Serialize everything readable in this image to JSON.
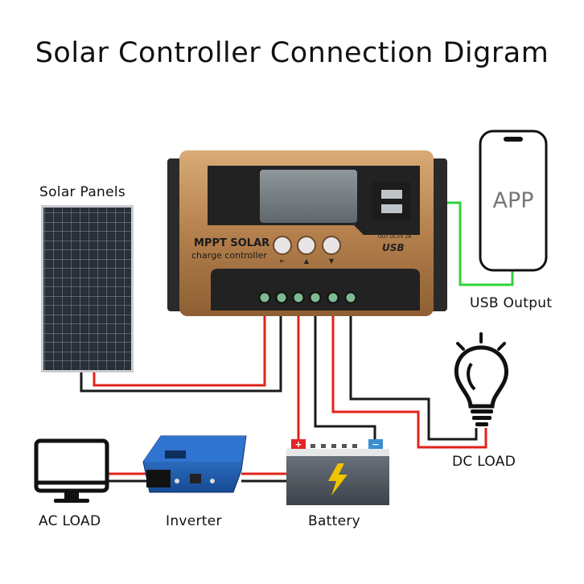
{
  "title": "Solar Controller Connection Digram",
  "labels": {
    "solar_panels": "Solar Panels",
    "usb_output": "USB Output",
    "dc_load": "DC LOAD",
    "ac_load": "AC LOAD",
    "inverter": "Inverter",
    "battery": "Battery"
  },
  "controller": {
    "brand_line1": "MPPT SOLAR",
    "brand_line2": "charge controller",
    "usb_spec": "OUT DC5V 2A",
    "usb_logo": "USB"
  },
  "phone": {
    "app_label": "APP"
  },
  "battery": {
    "positive": "+",
    "negative": "−"
  },
  "colors": {
    "wire_red": "#e2231a",
    "wire_black": "#1a1a1a",
    "wire_usb": "#2fd23a",
    "controller_gold": "#b98a56",
    "inverter_blue": "#1f5fb4"
  }
}
